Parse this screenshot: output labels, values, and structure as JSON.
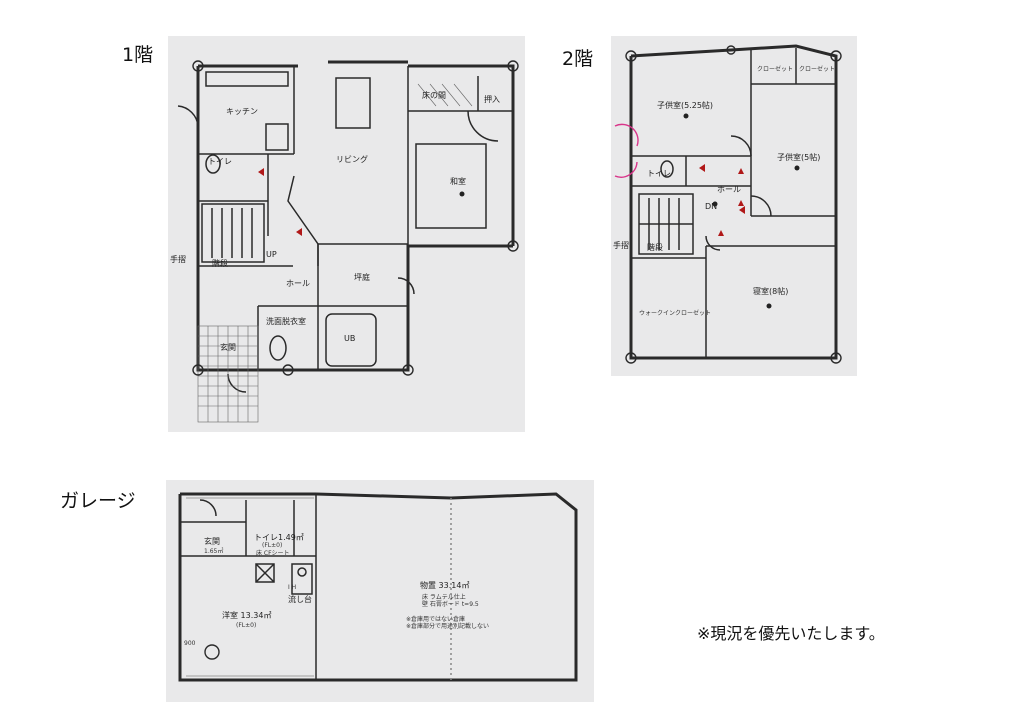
{
  "floor1": {
    "title": "1階",
    "rooms": {
      "kitchen": "キッチン",
      "toilet": "トイレ",
      "living": "リビング",
      "tokonoma": "床の間",
      "oshiire": "押入",
      "washitsu": "和室",
      "stairs": "階段",
      "up": "UP",
      "handrail": "手摺",
      "hall": "ホール",
      "tsuboniwa": "坪庭",
      "washroom": "洗面脱衣室",
      "ub": "UB",
      "entrance": "玄関"
    }
  },
  "floor2": {
    "title": "2階",
    "rooms": {
      "closet1": "クローゼット",
      "closet2": "クローゼット",
      "child1": "子供室(5.25帖)",
      "child2": "子供室(5帖)",
      "toilet": "トイレ",
      "hall": "ホール",
      "dn": "DN",
      "handrail": "手摺",
      "stairs": "階段",
      "bedroom": "寝室(8帖)",
      "wic": "ウォークインクローゼット"
    }
  },
  "garage": {
    "title": "ガレージ",
    "rooms": {
      "entrance": "玄関",
      "entrance_area": "1.65㎡",
      "toilet": "トイレ1.49㎡",
      "toilet_fl": "(FL±0)",
      "toilet_floor": "床 CFシート",
      "ih": "I H",
      "sink": "流し台",
      "western": "洋室 13.34㎡",
      "western_fl": "(FL±0)",
      "storage": "物置 33.14㎡",
      "storage_floor": "床 ラムテル仕上",
      "storage_wall": "壁 石膏ボード t=9.5",
      "storage_note1": "※倉庫用ではない倉庫",
      "storage_note2": "※倉庫部分で用途別記載しない",
      "size": "900"
    }
  },
  "note": "※現況を優先いたします。",
  "colors": {
    "paper": "#e9e9ea",
    "wall": "#2a2a2a",
    "marker": "#b01818",
    "stamp": "#d9358a"
  }
}
